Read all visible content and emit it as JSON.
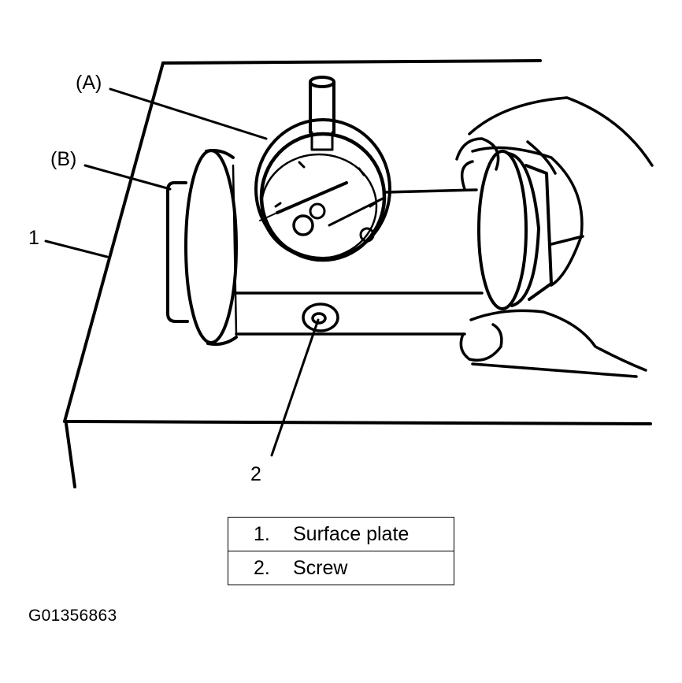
{
  "callouts": {
    "a": "(A)",
    "b": "(B)",
    "one": "1",
    "two": "2"
  },
  "legend": [
    {
      "number": "1.",
      "label": "Surface plate"
    },
    {
      "number": "2.",
      "label": "Screw"
    }
  ],
  "figure_id": "G01356863",
  "colors": {
    "ink": "#000000",
    "paper": "#ffffff"
  }
}
